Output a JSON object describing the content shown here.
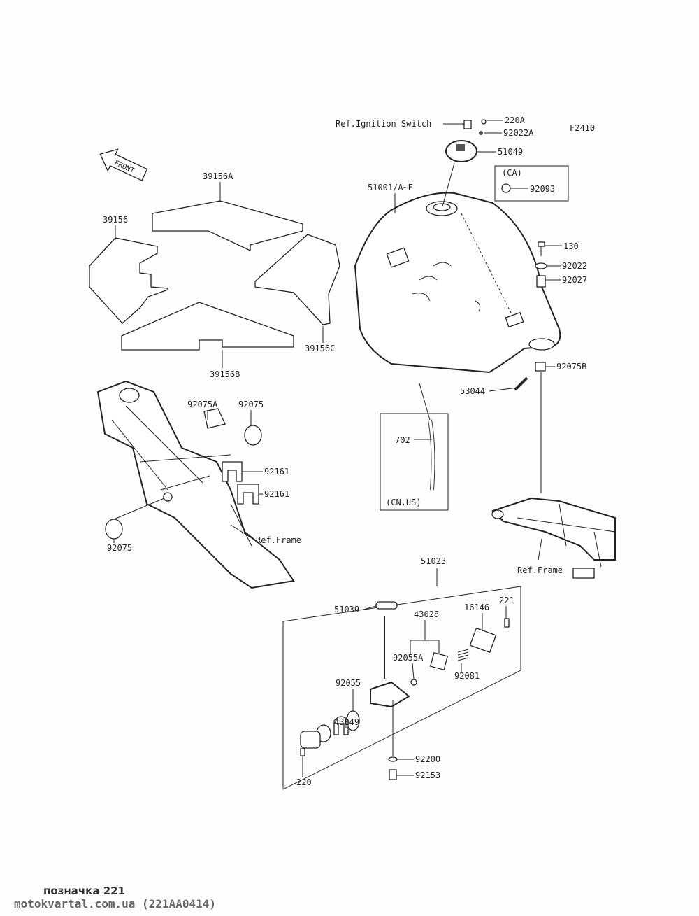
{
  "diagram_code": "F2410",
  "front_arrow_label": "FRONT",
  "labels": {
    "ref_ignition_switch": "Ref.Ignition Switch",
    "p220A": "220A",
    "p92022A": "92022A",
    "p51049": "51049",
    "ca_box": "(CA)",
    "p92093": "92093",
    "p51001": "51001/A~E",
    "p39156A": "39156A",
    "p39156": "39156",
    "p39156C": "39156C",
    "p39156B": "39156B",
    "p130": "130",
    "p92022": "92022",
    "p92027": "92027",
    "p92075B": "92075B",
    "p53044": "53044",
    "p702": "702",
    "cn_us_box": "(CN,US)",
    "p92075A": "92075A",
    "p92075_top": "92075",
    "p92161_a": "92161",
    "p92161_b": "92161",
    "ref_frame_left": "Ref.Frame",
    "p92075_left": "92075",
    "ref_frame_right": "Ref.Frame",
    "p51023": "51023",
    "p51039": "51039",
    "p43028": "43028",
    "p16146": "16146",
    "p221": "221",
    "p92055A": "92055A",
    "p92081": "92081",
    "p92055": "92055",
    "p43049": "43049",
    "p92200": "92200",
    "p92153": "92153",
    "p220": "220"
  },
  "footer": {
    "caption": "позначка 221",
    "source": "motokvartal.com.ua (221AA0414)"
  }
}
